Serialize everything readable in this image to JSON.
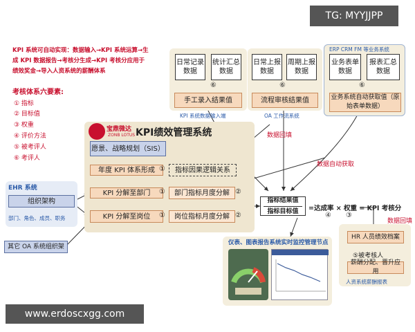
{
  "watermark_top": "TG: MYYJJPP",
  "watermark_bottom": "www.erdoscxgg.com",
  "intro": {
    "line1": "KPI 系统可自动实现：数据输入→KPI 系统运算→生",
    "line2": "成 KPI 数据报告→考核分生成→KPI 考核分应用于",
    "line3": "绩效奖金→导入人资系统的薪酬体系"
  },
  "elements": {
    "title": "考核体系六要素:",
    "items": [
      "① 指标",
      "② 目标值",
      "③ 权重",
      "④ 评价方法",
      "⑤ 被考评人",
      "⑥ 考评人"
    ]
  },
  "top_sources": {
    "manual": {
      "boxes": [
        "日常记录数据",
        "统计汇总数据"
      ],
      "num": "⑥",
      "collect": "手工录入结果值",
      "caption": "KPI 系统数据输入端"
    },
    "oa": {
      "boxes": [
        "日常上报数据",
        "周期上报数据"
      ],
      "num": "⑥",
      "collect": "流程审核结果值",
      "caption": "OA 工作流系统"
    },
    "erp": {
      "panel_title": "ERP CRM FM 等业务系统",
      "boxes": [
        "业务表单数据",
        "报表汇总数据"
      ],
      "num": "⑥",
      "collect": "业务系统自动获取值（原始表单数据）"
    }
  },
  "labels": {
    "data_back": "数据回填",
    "data_auto": "数据自动获取",
    "data_back2": "数据回填"
  },
  "kpi": {
    "logo_text": "宝鼎微达",
    "logo_sub": "ZONB LOTUS",
    "title": "KPI绩效管理系统",
    "vision": "愿景、战略规划（SIS）",
    "annual": "年度 KPI 体系形成",
    "annual_num": "①",
    "causal": "指标因果逻辑关系",
    "dept": "KPI 分解至部门",
    "dept_num": "①",
    "dept_month": "部门指标月度分解",
    "dept_month_num": "②",
    "pos": "KPI 分解至岗位",
    "pos_num": "①",
    "pos_month": "岗位指标月度分解",
    "pos_month_num": "②"
  },
  "ehr": {
    "title": "EHR 系统",
    "org": "组织架构",
    "sub": "部门、角色、成员、职务"
  },
  "oa_org": "其它 OA 系统组织架",
  "formula": {
    "result": "指标结果值",
    "target": "指标目标值",
    "eq": "=达成率 × 权重 = KPI 考核分",
    "n4": "④",
    "n3": "③"
  },
  "hr": {
    "archive": "HR 人员绩效档案",
    "evaluee": "⑤被考核人",
    "salary": "薪酬分配、晋升应用",
    "caption": "人资系统薪酬报表"
  },
  "monitor": {
    "title": "仪表、图表报告系统实时监控管理节点"
  },
  "colors": {
    "red": "#c8102e",
    "blue": "#2a5aa8",
    "peach": "#f7d9bd",
    "panel": "#f3ecd9"
  }
}
